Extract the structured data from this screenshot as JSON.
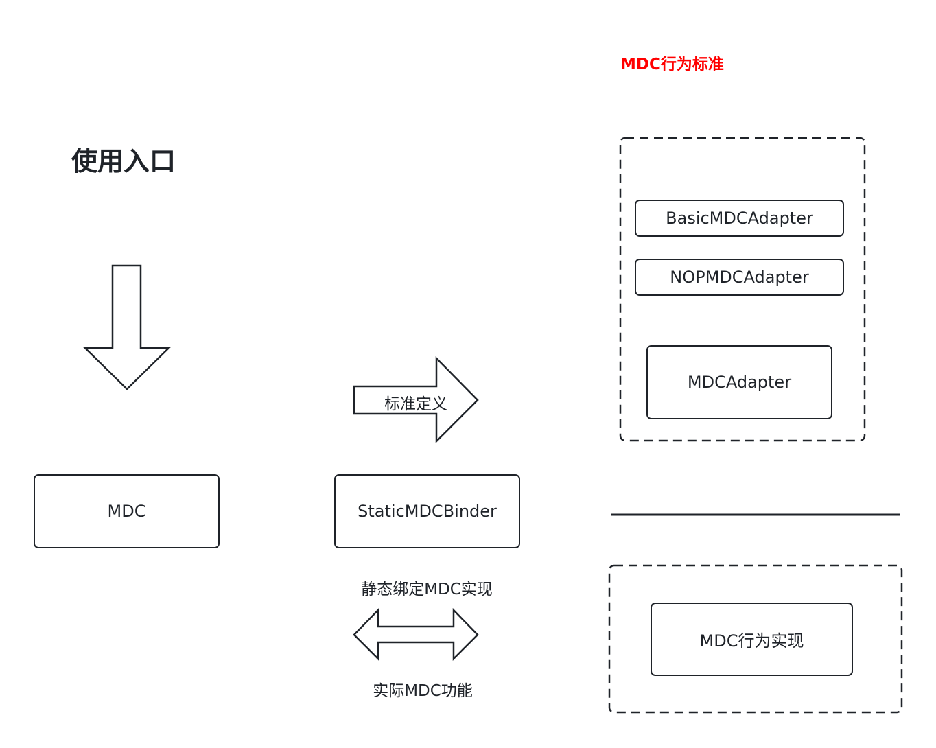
{
  "diagram": {
    "title_red": "MDC行为标准",
    "title_main": "使用入口",
    "nodes": {
      "mdc": "MDC",
      "static_binder": "StaticMDCBinder",
      "basic_adapter": "BasicMDCAdapter",
      "nop_adapter": "NOPMDCAdapter",
      "mdc_adapter": "MDCAdapter",
      "mdc_impl": "MDC行为实现"
    },
    "arrow_labels": {
      "standard_definition": "标准定义",
      "static_binding": "静态绑定MDC实现",
      "actual_function": "实际MDC功能"
    },
    "colors": {
      "stroke": "#1f2329",
      "accent_red": "#ff0000",
      "background": "#ffffff"
    }
  }
}
